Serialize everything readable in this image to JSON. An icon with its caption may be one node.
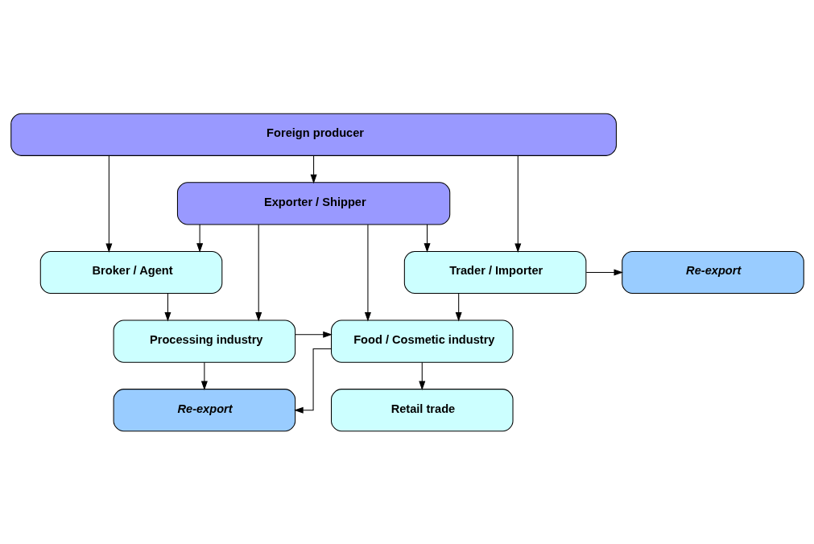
{
  "diagram": {
    "nodes": [
      {
        "text": [
          "Foreign producer"
        ]
      },
      {
        "text": [
          "Exporter / Shipper"
        ]
      },
      {
        "text": [
          "Broker / Agent"
        ]
      },
      {
        "text": [
          "Trader / Importer"
        ]
      },
      {
        "text": [
          "Re-export"
        ]
      },
      {
        "text": [
          "Processing industry"
        ]
      },
      {
        "text": [
          "Food / Cosmetic industry"
        ]
      },
      {
        "text": [
          "Re-export"
        ]
      },
      {
        "text": [
          "Retail trade"
        ]
      }
    ],
    "edges": [
      {
        "from": 0,
        "to": 1,
        "arrow": "to"
      },
      {
        "from": 0,
        "to": 2,
        "arrow": "to"
      },
      {
        "from": 0,
        "to": 3,
        "arrow": "to"
      },
      {
        "from": 1,
        "to": 2,
        "arrow": "to"
      },
      {
        "from": 1,
        "to": 3,
        "arrow": "to"
      },
      {
        "from": 1,
        "to": 5,
        "arrow": "to"
      },
      {
        "from": 1,
        "to": 6,
        "arrow": "to"
      },
      {
        "from": 3,
        "to": 4,
        "arrow": "to"
      },
      {
        "from": 2,
        "to": 5,
        "arrow": "to"
      },
      {
        "from": 3,
        "to": 6,
        "arrow": "to"
      },
      {
        "from": 5,
        "to": 6,
        "arrow": "to"
      },
      {
        "from": 5,
        "to": 7,
        "arrow": "to"
      },
      {
        "from": 6,
        "to": 7,
        "arrow": "to"
      },
      {
        "from": 6,
        "to": 8,
        "arrow": "to"
      }
    ]
  }
}
